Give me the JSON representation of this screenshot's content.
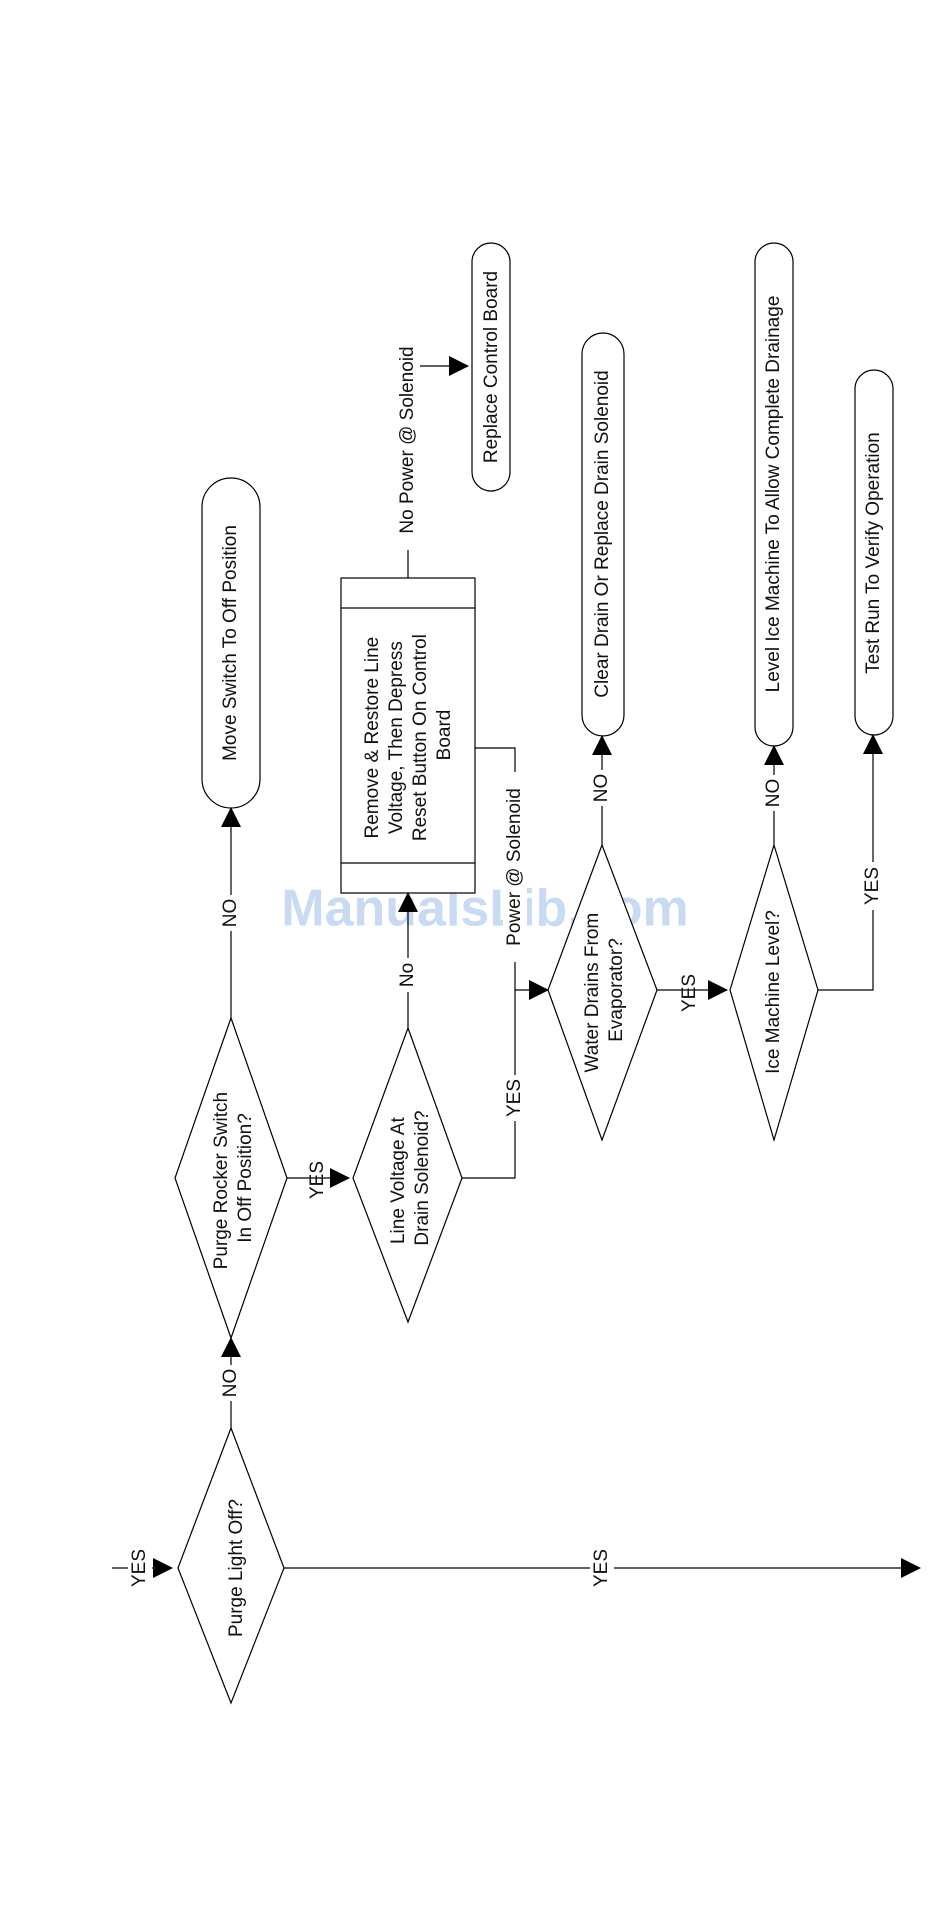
{
  "watermark": "ManualsLib.com",
  "nodes": {
    "purge_light_off": "Purge Light Off?",
    "purge_rocker": [
      "Purge Rocker Switch",
      "In Off Position?"
    ],
    "move_switch": "Move Switch To Off Position",
    "line_voltage": [
      "Line Voltage At",
      "Drain Solenoid?"
    ],
    "remove_restore": [
      "Remove & Restore Line",
      "Voltage, Then Depress",
      "Reset Button On Control",
      "Board"
    ],
    "replace_board": "Replace Control Board",
    "water_drains": [
      "Water Drains From",
      "Evaporator?"
    ],
    "clear_drain": "Clear Drain Or Replace Drain Solenoid",
    "ice_level": "Ice Machine Level?",
    "level_machine": "Level Ice Machine To Allow Complete Drainage",
    "test_run": "Test Run To Verify Operation"
  },
  "edges": {
    "entry_yes": "YES",
    "purge_yes": "YES",
    "purge_no": "NO",
    "rocker_no": "NO",
    "rocker_yes": "YES",
    "voltage_no": "No",
    "voltage_yes": "YES",
    "no_power": "No Power @ Solenoid",
    "power": "Power @ Solenoid",
    "drains_no": "NO",
    "drains_yes": "YES",
    "level_no": "NO",
    "level_yes": "YES"
  }
}
